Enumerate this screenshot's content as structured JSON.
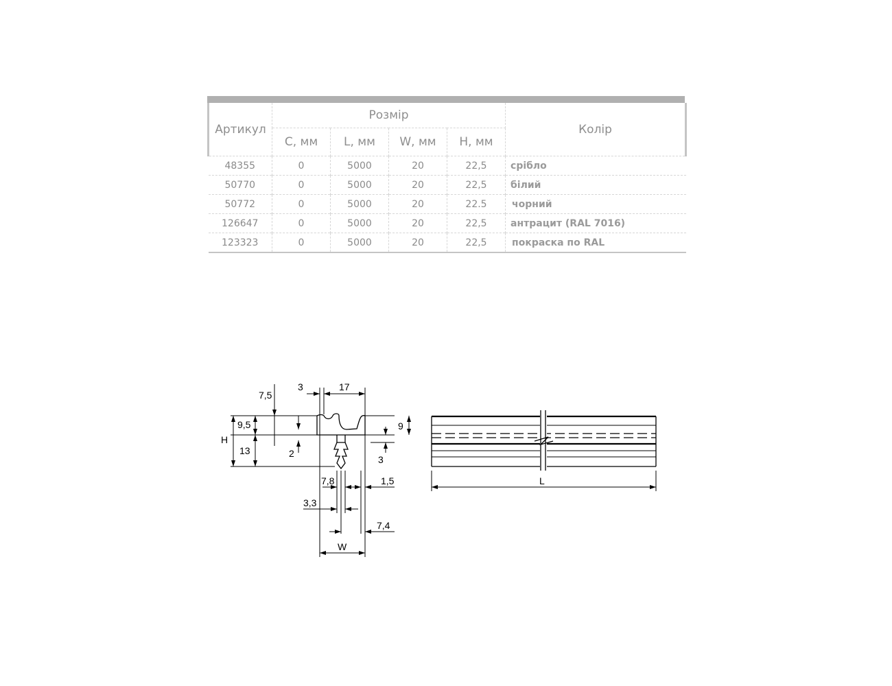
{
  "table": {
    "header": {
      "article": "Артикул",
      "size_group": "Розмір",
      "color": "Колір",
      "c": "С, мм",
      "l": "L, мм",
      "w": "W, мм",
      "h": "H, мм"
    },
    "rows": [
      {
        "article": "48355",
        "c": "0",
        "l": "5000",
        "w": "20",
        "h": "22,5",
        "color": "срібло"
      },
      {
        "article": "50770",
        "c": "0",
        "l": "5000",
        "w": "20",
        "h": "22,5",
        "color": "білий"
      },
      {
        "article": "50772",
        "c": "0",
        "l": "5000",
        "w": "20",
        "h": "22.5",
        "color": "чорний"
      },
      {
        "article": "126647",
        "c": "0",
        "l": "5000",
        "w": "20",
        "h": "22,5",
        "color": "антрацит (RAL 7016)"
      },
      {
        "article": "123323",
        "c": "0",
        "l": "5000",
        "w": "20",
        "h": "22,5",
        "color": "покраска по RAL"
      }
    ]
  },
  "drawing": {
    "dims": {
      "d7_5": "7,5",
      "d3_top": "3",
      "d17": "17",
      "d9_5": "9,5",
      "dH": "H",
      "d13": "13",
      "d2": "2",
      "d9": "9",
      "d3_right": "3",
      "d7_8": "7,8",
      "d1_5": "1,5",
      "d3_3": "3,3",
      "d7_4": "7,4",
      "dW": "W",
      "dL": "L"
    }
  }
}
